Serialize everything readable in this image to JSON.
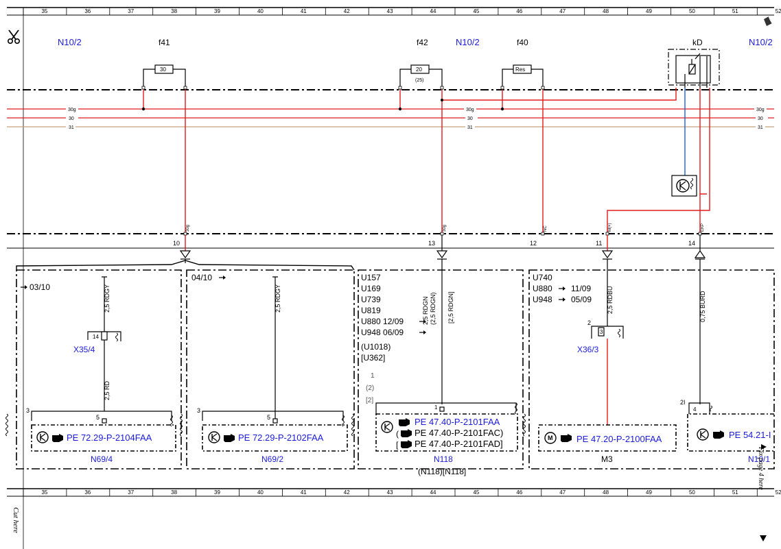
{
  "ruler": {
    "numbers": [
      "35",
      "36",
      "37",
      "38",
      "39",
      "40",
      "41",
      "42",
      "43",
      "44",
      "45",
      "46",
      "47",
      "48",
      "49",
      "50",
      "51",
      "52"
    ]
  },
  "colors": {
    "red_wire": "#e21b1b",
    "brown_wire": "#c8a07a",
    "blue_wire": "#1f5fd4",
    "blue_text": "#1a1adc",
    "black": "#000000"
  },
  "icons": {
    "scissors": "scissors-icon",
    "page_corner": "page-corner-icon"
  },
  "top": {
    "modules": [
      "N10/2",
      "N10/2",
      "N10/2"
    ],
    "fuses": [
      {
        "name": "f41",
        "value": "30",
        "sub": ""
      },
      {
        "name": "f42",
        "value": "20",
        "sub": "(25)"
      },
      {
        "name": "f40",
        "value": "Res",
        "sub": ""
      }
    ],
    "relay": "kD",
    "rails": [
      "30g",
      "30",
      "31"
    ]
  },
  "connectors": [
    {
      "num": "10",
      "wire": "30g"
    },
    {
      "num": "13",
      "wire": "30g"
    },
    {
      "num": "12",
      "wire": "NC"
    },
    {
      "num": "11",
      "wire": "M(+)"
    },
    {
      "num": "14",
      "wire": "EKP"
    }
  ],
  "boxes": {
    "n69_4": {
      "ref": "03/10",
      "wire_top": "2,5 RDGY",
      "conn": "X35/4",
      "conn_pin": "14",
      "wire_bottom": "2,5 RD",
      "pin_a": "3",
      "pin_b": "5",
      "pe": "PE 72.29-P-2104FAA",
      "label": "N69/4"
    },
    "n69_2": {
      "ref": "04/10",
      "wire_top": "2,5 RDGY",
      "pin_a": "3",
      "pin_b": "5",
      "pe": "PE 72.29-P-2102FAA",
      "label": "N69/2"
    },
    "n118": {
      "codes": [
        "U157",
        "U169",
        "U739",
        "U819",
        "U880  12/09",
        "U948  06/09",
        "(U1018)",
        "[U362]"
      ],
      "wires": [
        "(2,5 RDGN)",
        "2,5 RDGN",
        "[2,5 RDGN]"
      ],
      "pins": [
        "1",
        "(2)",
        "[2]"
      ],
      "pin_top": "1",
      "pe": [
        "PE 47.40-P-2101FAA",
        "PE 47.40-P-2101FAC)",
        "PE 47.40-P-2101FAD]"
      ],
      "label": "N118",
      "sublabel": "(N118)[N118]"
    },
    "m3": {
      "codes": [
        "U740",
        "U880",
        "U948"
      ],
      "refs": [
        "11/09",
        "05/09"
      ],
      "wire": "2,5 RDBU",
      "conn": "X36/3",
      "pin_a": "2",
      "pin_b": "3",
      "pe": "PE 47.20-P-2100FAA",
      "label": "M3"
    },
    "n10_1": {
      "wire": "0,75 BURD",
      "pin_a": "2I",
      "pin_b": "4",
      "pe": "PE 54.21-I",
      "label": "N10/1"
    }
  },
  "footer": {
    "cut_here": "Cut here",
    "fix_page": "Fix page 4 here"
  }
}
